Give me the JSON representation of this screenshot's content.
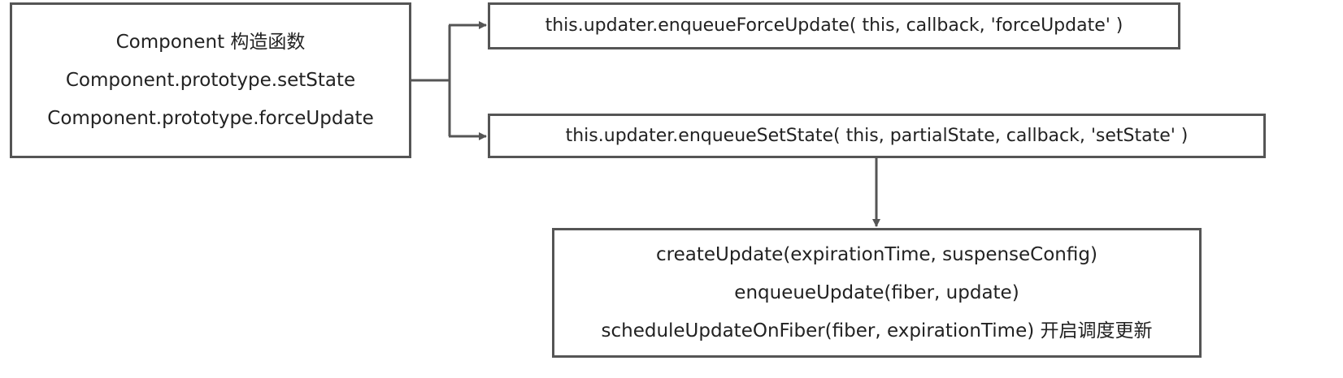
{
  "diagram": {
    "component_box": {
      "lines": [
        "Component 构造函数",
        "Component.prototype.setState",
        "Component.prototype.forceUpdate"
      ]
    },
    "force_update_box": {
      "text": "this.updater.enqueueForceUpdate( this, callback, 'forceUpdate' )"
    },
    "set_state_box": {
      "text": "this.updater.enqueueSetState( this, partialState, callback, 'setState' )"
    },
    "update_box": {
      "lines": [
        "createUpdate(expirationTime, suspenseConfig)",
        "enqueueUpdate(fiber, update)",
        "scheduleUpdateOnFiber(fiber, expirationTime) 开启调度更新"
      ]
    },
    "colors": {
      "stroke": "#555555",
      "text": "#222222",
      "background": "#ffffff"
    }
  }
}
